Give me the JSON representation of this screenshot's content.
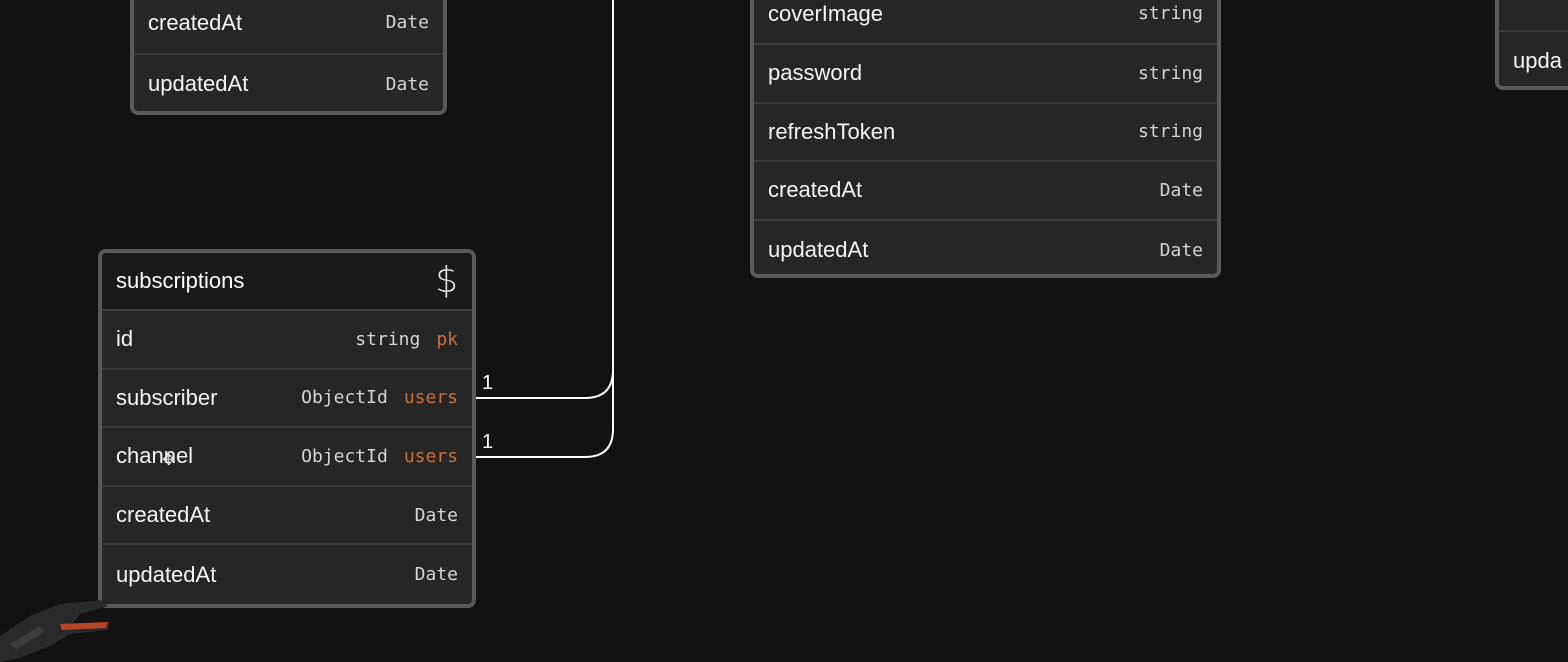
{
  "tables": {
    "top_left": {
      "rows": [
        {
          "name": "createdAt",
          "type": "Date"
        },
        {
          "name": "updatedAt",
          "type": "Date"
        }
      ]
    },
    "users": {
      "rows": [
        {
          "name": "coverImage",
          "type": "string"
        },
        {
          "name": "password",
          "type": "string"
        },
        {
          "name": "refreshToken",
          "type": "string"
        },
        {
          "name": "createdAt",
          "type": "Date"
        },
        {
          "name": "updatedAt",
          "type": "Date"
        }
      ]
    },
    "right_partial": {
      "rows": [
        {
          "name": "upda"
        }
      ]
    },
    "subscriptions": {
      "title": "subscriptions",
      "icon": "dollar-icon",
      "rows": [
        {
          "name": "id",
          "type": "string",
          "key": "pk"
        },
        {
          "name": "subscriber",
          "type": "ObjectId",
          "key": "users"
        },
        {
          "name": "channel",
          "type": "ObjectId",
          "key": "users"
        },
        {
          "name": "createdAt",
          "type": "Date"
        },
        {
          "name": "updatedAt",
          "type": "Date"
        }
      ]
    }
  },
  "relations": [
    {
      "cardinality": "1"
    },
    {
      "cardinality": "1"
    }
  ],
  "colors": {
    "background": "#121212",
    "card": "#262626",
    "border": "#5a5a5a",
    "key_accent": "#c0723a"
  }
}
